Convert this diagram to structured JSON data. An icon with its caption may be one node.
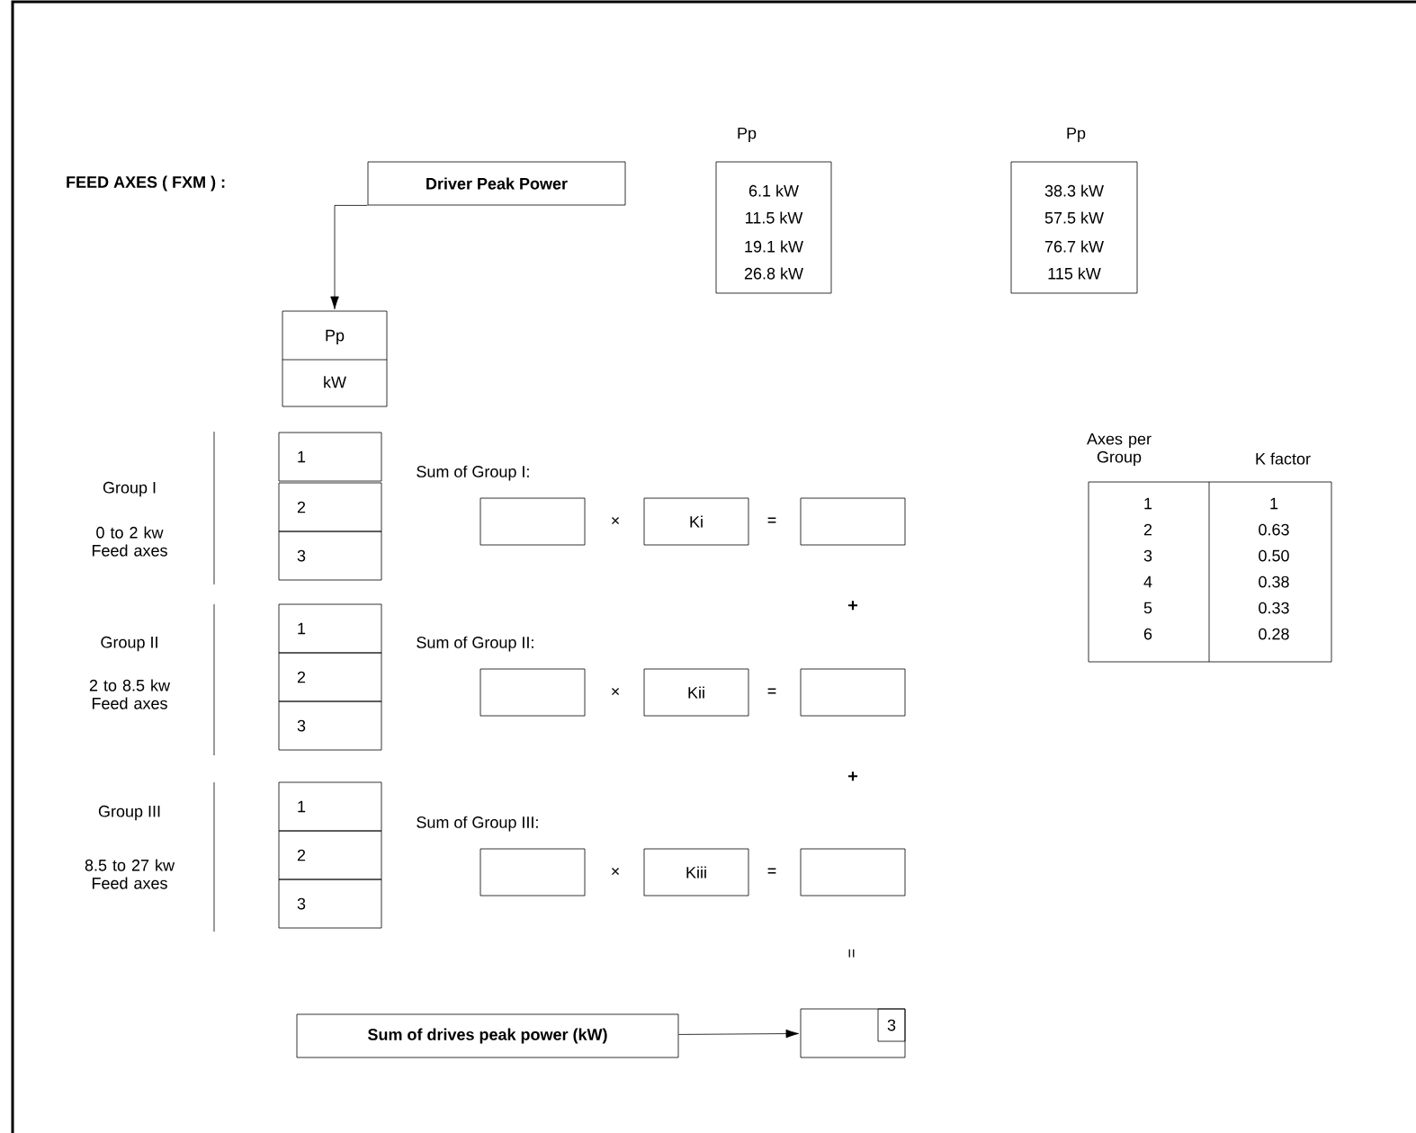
{
  "diagram": {
    "title": "FEED AXES ( FXM ) :",
    "nodes": [
      {
        "text": [
          "Driver Peak Power"
        ]
      },
      {
        "text": [
          "Pp",
          "kW"
        ]
      },
      {
        "text": [
          "1"
        ]
      },
      {
        "text": [
          "2"
        ]
      },
      {
        "text": [
          "3"
        ]
      },
      {
        "text": [],
        "shape": "box"
      },
      {
        "text": [
          "Ki"
        ]
      },
      {
        "text": [],
        "shape": "box"
      },
      {
        "text": [
          "1"
        ]
      },
      {
        "text": [
          "2"
        ]
      },
      {
        "text": [
          "3"
        ]
      },
      {
        "text": [],
        "shape": "box"
      },
      {
        "text": [
          "Kii"
        ]
      },
      {
        "text": [],
        "shape": "box"
      },
      {
        "text": [
          "1"
        ]
      },
      {
        "text": [
          "2"
        ]
      },
      {
        "text": [
          "3"
        ]
      },
      {
        "text": [],
        "shape": "box"
      },
      {
        "text": [
          "Kiii"
        ]
      },
      {
        "text": [],
        "shape": "box"
      },
      {
        "text": [
          "Sum of drives peak power (kW)"
        ]
      },
      {
        "text": [],
        "shape": "box"
      },
      {
        "text": [
          "3"
        ],
        "in": 21
      }
    ],
    "edges": [
      {
        "from": 0,
        "to": 1,
        "arrow": "to"
      },
      {
        "from": 20,
        "to": 21,
        "arrow": "to"
      }
    ],
    "labels": [
      "Pp",
      "Pp",
      "6.1 kW",
      "11.5 kW",
      "19.1 kW",
      "26.8 kW",
      "38.3 kW",
      "57.5 kW",
      "76.7 kW",
      "115 kW",
      "Axes per Group",
      "K factor",
      "1",
      "1",
      "2",
      "0.63",
      "3",
      "0.50",
      "4",
      "0.38",
      "5",
      "0.33",
      "6",
      "0.28",
      "Group I",
      "0 to 2 kw Feed axes",
      "Sum of Group I:",
      "×",
      "=",
      "+",
      "Group II",
      "2 to 8.5 kw Feed axes",
      "Sum of Group II:",
      "×",
      "=",
      "+",
      "Group III",
      "8.5 to 27 kw Feed axes",
      "Sum of Group III:",
      "×",
      "=",
      "="
    ]
  }
}
